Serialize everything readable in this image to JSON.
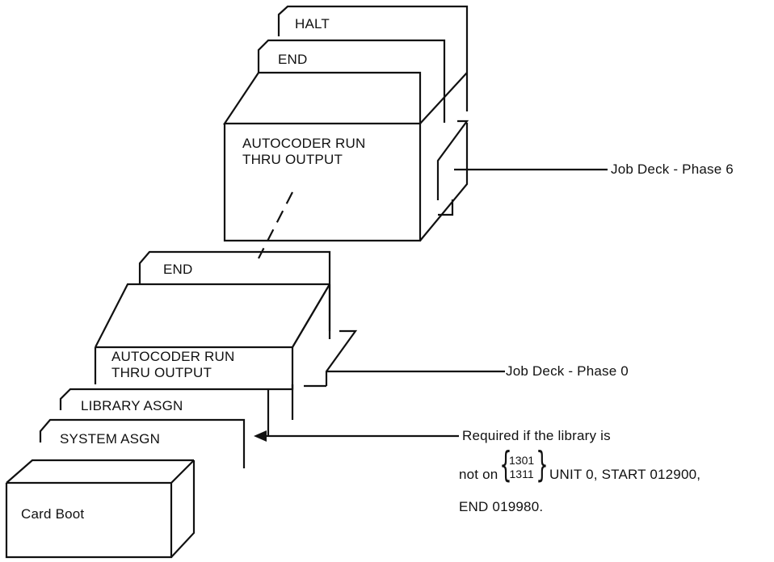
{
  "top_stack": {
    "halt_card": "HALT",
    "end_card": "END",
    "box_line1": "AUTOCODER RUN",
    "box_line2": "THRU OUTPUT",
    "callout": "Job Deck - Phase 6"
  },
  "bottom_stack": {
    "end_card": "END",
    "box_line1": "AUTOCODER RUN",
    "box_line2": "THRU OUTPUT",
    "callout": "Job Deck - Phase 0",
    "library_card": "LIBRARY ASGN",
    "system_card": "SYSTEM ASGN",
    "boot_card": "Card Boot"
  },
  "note": {
    "line1": "Required if the library is",
    "line2_prefix": "not on",
    "device_a": "1301",
    "device_b": "1311",
    "line2_suffix": "UNIT 0,  START  012900,",
    "line3": "END 019980."
  }
}
